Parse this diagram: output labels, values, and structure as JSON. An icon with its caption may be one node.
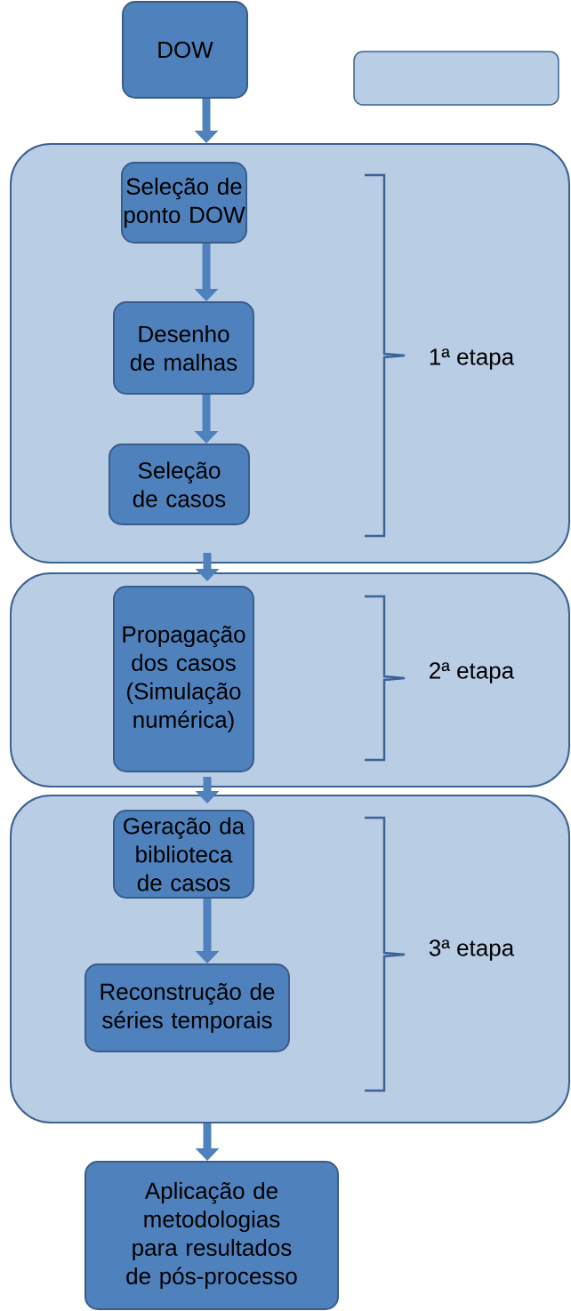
{
  "diagram": {
    "nodes": [
      {
        "text": [
          "DOW"
        ]
      },
      {
        "text": [],
        "shape": "box"
      },
      {
        "text": [],
        "shape": "box"
      },
      {
        "text": [
          "Seleção de ponto DOW"
        ],
        "in": 2
      },
      {
        "text": [
          "Desenho de malhas"
        ],
        "in": 2
      },
      {
        "text": [
          "Seleção de casos"
        ],
        "in": 2
      },
      {
        "text": [],
        "shape": "box"
      },
      {
        "text": [
          "Propagação dos casos (Simulação numérica)"
        ],
        "in": 6
      },
      {
        "text": [],
        "shape": "box"
      },
      {
        "text": [
          "Geração da biblioteca de casos"
        ],
        "in": 8
      },
      {
        "text": [
          "Reconstrução de séries temporais"
        ],
        "in": 8
      },
      {
        "text": [
          "Aplicação de metodologias para resultados de pós-processo"
        ]
      }
    ],
    "edges": [
      {
        "from": 0,
        "to": 2,
        "arrow": "to"
      },
      {
        "from": 3,
        "to": 4,
        "arrow": "to"
      },
      {
        "from": 4,
        "to": 5,
        "arrow": "to"
      },
      {
        "from": 2,
        "to": 6,
        "arrow": "to"
      },
      {
        "from": 6,
        "to": 8,
        "arrow": "to"
      },
      {
        "from": 9,
        "to": 10,
        "arrow": "to"
      },
      {
        "from": 8,
        "to": 11,
        "arrow": "to"
      }
    ],
    "labels": [
      "1ª etapa",
      "2ª etapa",
      "3ª etapa"
    ]
  }
}
